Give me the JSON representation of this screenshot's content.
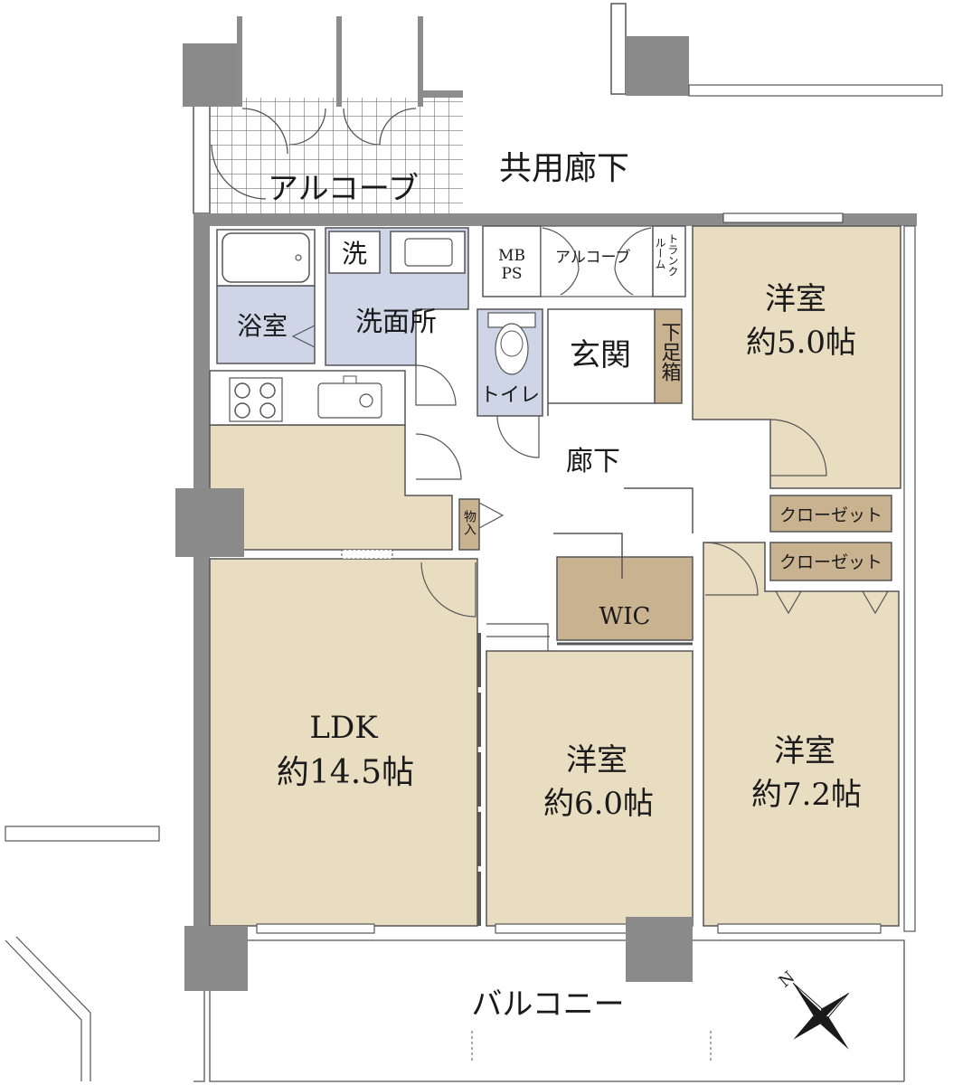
{
  "colors": {
    "wall": "#8c8c8c",
    "column": "#8a8a8a",
    "room": "#e8dcc1",
    "wet": "#cdd5e6",
    "storage": "#c9b290",
    "floor": "#ffffff",
    "line": "#555555",
    "tile": "#444444"
  },
  "labels": {
    "kyoyo_roka": "共用廊下",
    "alcove_main": "アルコーブ",
    "alcove_entry": "アルコーブ",
    "mbps_1": "MB",
    "mbps_2": "PS",
    "trunk_room_1": "トランク",
    "trunk_room_2": "ルーム",
    "yoshitsu_ne_title": "洋室",
    "yoshitsu_ne_size": "約5.0帖",
    "bath": "浴室",
    "washroom": "洗面所",
    "washer": "洗",
    "toilet": "トイレ",
    "genkan": "玄関",
    "shoe_box": "下足箱",
    "hallway": "廊下",
    "storage": "物入",
    "closet_1": "クローゼット",
    "closet_2": "クローゼット",
    "wic": "WIC",
    "ldk_title": "LDK",
    "ldk_size": "約14.5帖",
    "yoshitsu_mid_title": "洋室",
    "yoshitsu_mid_size": "約6.0帖",
    "yoshitsu_e_title": "洋室",
    "yoshitsu_e_size": "約7.2帖",
    "balcony": "バルコニー",
    "north": "N"
  }
}
